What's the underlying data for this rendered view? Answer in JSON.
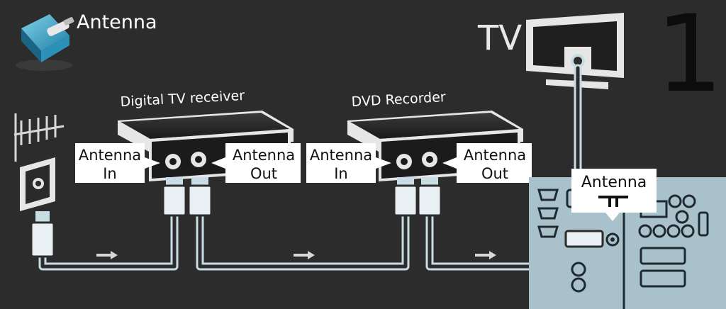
{
  "header": {
    "title": "Antenna",
    "icon": "antenna-connector-icon"
  },
  "step_number": "1",
  "tv": {
    "label": "TV"
  },
  "devices": [
    {
      "name": "Digital TV receiver",
      "in_label": [
        "Antenna",
        "In"
      ],
      "out_label": [
        "Antenna",
        "Out"
      ]
    },
    {
      "name": "DVD Recorder",
      "in_label": [
        "Antenna",
        "In"
      ],
      "out_label": [
        "Antenna",
        "Out"
      ]
    }
  ],
  "tv_panel": {
    "port_label": "Antenna"
  },
  "colors": {
    "background": "#2c2c2c",
    "cable": "#c8dce4",
    "panel": "#a9c1cb",
    "device": "#1b1b1b"
  }
}
